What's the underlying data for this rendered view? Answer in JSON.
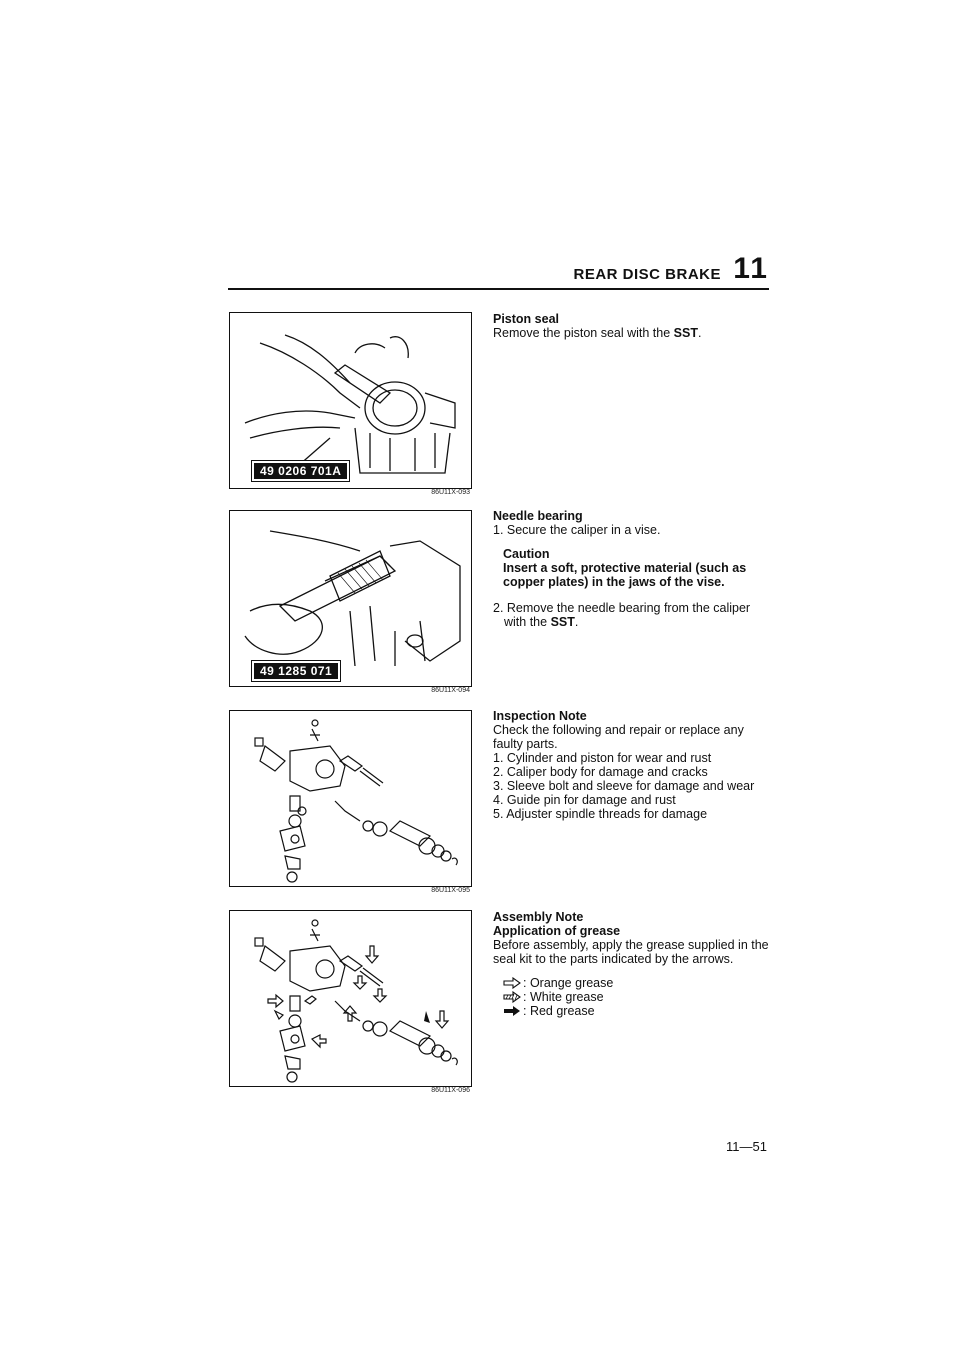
{
  "header": {
    "title": "REAR DISC BRAKE",
    "chapter": "11"
  },
  "figures": [
    {
      "tool": "49 0206 701A",
      "code": "86U11X-093"
    },
    {
      "tool": "49 1285 071",
      "code": "86U11X-094"
    },
    {
      "tool": "",
      "code": "86U11X-095"
    },
    {
      "tool": "",
      "code": "86U11X-096"
    }
  ],
  "sections": {
    "piston_seal": {
      "heading": "Piston seal",
      "text_pre": "Remove the piston seal with the ",
      "text_bold": "SST",
      "text_post": "."
    },
    "needle_bearing": {
      "heading": "Needle bearing",
      "step1": "1. Secure the caliper in a vise.",
      "caution_title": "Caution",
      "caution_body": "Insert a soft, protective material (such as copper plates) in the jaws of the vise.",
      "step2_pre": "2. Remove the needle bearing from the caliper with the ",
      "step2_bold": "SST",
      "step2_post": "."
    },
    "inspection": {
      "heading": "Inspection Note",
      "intro": "Check the following and repair or replace any faulty parts.",
      "items": [
        "1. Cylinder and piston for wear and rust",
        "2. Caliper body for damage and cracks",
        "3. Sleeve bolt and sleeve for damage and wear",
        "4. Guide pin for damage and rust",
        "5. Adjuster spindle threads for damage"
      ]
    },
    "assembly": {
      "heading": "Assembly Note",
      "subheading": "Application of grease",
      "text": "Before assembly, apply the grease supplied in the seal kit to the parts indicated by the arrows.",
      "legend": [
        {
          "label": ": Orange grease",
          "icon": "outline-arrow-icon"
        },
        {
          "label": ": White grease",
          "icon": "hatched-arrow-icon"
        },
        {
          "label": ": Red grease",
          "icon": "solid-arrow-icon"
        }
      ]
    }
  },
  "page_number": "11—51"
}
